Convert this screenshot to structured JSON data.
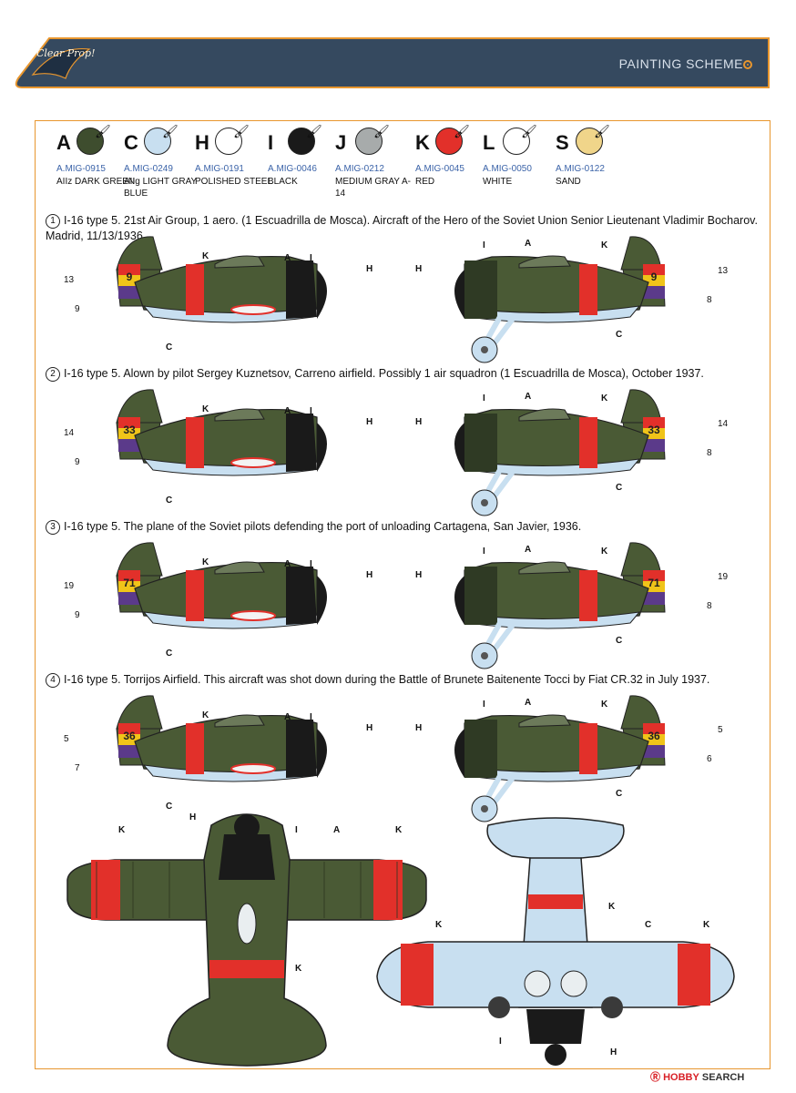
{
  "header": {
    "title": "PAINTING SCHEME",
    "logo_text": "Clear Prop!"
  },
  "paints": [
    {
      "letter": "A",
      "code": "A.MIG-0915",
      "name": "AIIz DARK GREEN",
      "color": "#3e4d2e"
    },
    {
      "letter": "C",
      "code": "A.MIG-0249",
      "name": "AIIg LIGHT GRAY BLUE",
      "color": "#c8dff0"
    },
    {
      "letter": "H",
      "code": "A.MIG-0191",
      "name": "POLISHED STEEL",
      "color": "#ffffff"
    },
    {
      "letter": "I",
      "code": "A.MIG-0046",
      "name": "BLACK",
      "color": "#1a1a1a"
    },
    {
      "letter": "J",
      "code": "A.MIG-0212",
      "name": "MEDIUM GRAY A-14",
      "color": "#a7abab"
    },
    {
      "letter": "K",
      "code": "A.MIG-0045",
      "name": "RED",
      "color": "#e2302a"
    },
    {
      "letter": "L",
      "code": "A.MIG-0050",
      "name": "WHITE",
      "color": "#ffffff"
    },
    {
      "letter": "S",
      "code": "A.MIG-0122",
      "name": "SAND",
      "color": "#f0d58a"
    }
  ],
  "schemes": [
    {
      "num": "1",
      "text": "I-16 type 5. 21st Air Group, 1 aero. (1 Escuadrilla de Mosca). Aircraft of the Hero of the Soviet Union Senior Lieutenant Vladimir Bocharov. Madrid, 11/13/1936.",
      "tail_code": "9",
      "left_labels": [
        "13",
        "9"
      ],
      "right_labels": [
        "13",
        "8"
      ]
    },
    {
      "num": "2",
      "text": "I-16 type 5. Alown by pilot Sergey Kuznetsov, Carreno airfield. Possibly 1 air squadron (1 Escuadrilla de Mosca), October 1937.",
      "tail_code": "33",
      "left_labels": [
        "14",
        "9"
      ],
      "right_labels": [
        "14",
        "8"
      ]
    },
    {
      "num": "3",
      "text": "I-16 type 5. The plane of the Soviet pilots defending the port of unloading Cartagena, San Javier, 1936.",
      "tail_code": "71",
      "left_labels": [
        "19",
        "9"
      ],
      "right_labels": [
        "19",
        "8"
      ]
    },
    {
      "num": "4",
      "text": "I-16 type 5. Torrijos Airfield. This aircraft was shot down during the Battle of Brunete Baitenente Tocci by Fiat CR.32 in July 1937.",
      "tail_code": "36",
      "left_labels": [
        "5",
        "7"
      ],
      "right_labels": [
        "5",
        "6"
      ]
    }
  ],
  "callouts": {
    "A": "A",
    "C": "C",
    "H": "H",
    "I": "I",
    "K": "K"
  },
  "watermark": {
    "prefix": "Ⓡ",
    "brand": "HOBBY",
    "suffix": " SEARCH"
  }
}
